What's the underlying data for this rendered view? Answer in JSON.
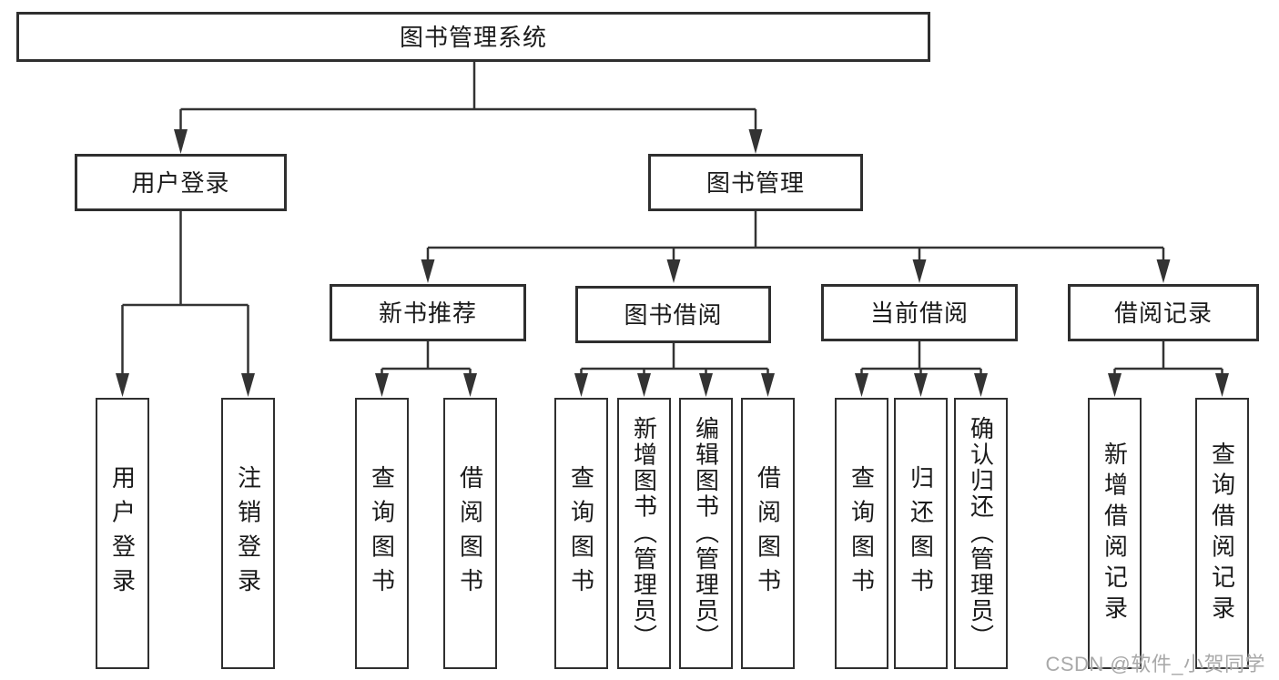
{
  "diagram_title": "图书管理系统",
  "nodes": {
    "root": "图书管理系统",
    "l2": [
      "用户登录",
      "图书管理"
    ],
    "l3": [
      "新书推荐",
      "图书借阅",
      "当前借阅",
      "借阅记录"
    ],
    "leaves": [
      "用户登录",
      "注销登录",
      "查询图书",
      "借阅图书",
      "查询图书",
      "新增图书（管理员）",
      "编辑图书（管理员）",
      "借阅图书",
      "查询图书",
      "归还图书",
      "确认归还（管理员）",
      "新增借阅记录",
      "查询借阅记录"
    ]
  },
  "hierarchy": {
    "图书管理系统": [
      "用户登录",
      "图书管理"
    ],
    "用户登录": [
      "用户登录",
      "注销登录"
    ],
    "图书管理": [
      "新书推荐",
      "图书借阅",
      "当前借阅",
      "借阅记录"
    ],
    "新书推荐": [
      "查询图书",
      "借阅图书"
    ],
    "图书借阅": [
      "查询图书",
      "新增图书（管理员）",
      "编辑图书（管理员）",
      "借阅图书"
    ],
    "当前借阅": [
      "查询图书",
      "归还图书",
      "确认归还（管理员）"
    ],
    "借阅记录": [
      "新增借阅记录",
      "查询借阅记录"
    ]
  },
  "watermark": "CSDN @软件_小贺同学",
  "colors": {
    "line": "#333333",
    "box_border": "#2f2f2f",
    "text": "#1a1a1a",
    "watermark": "#a9a9a9",
    "background": "#ffffff"
  }
}
